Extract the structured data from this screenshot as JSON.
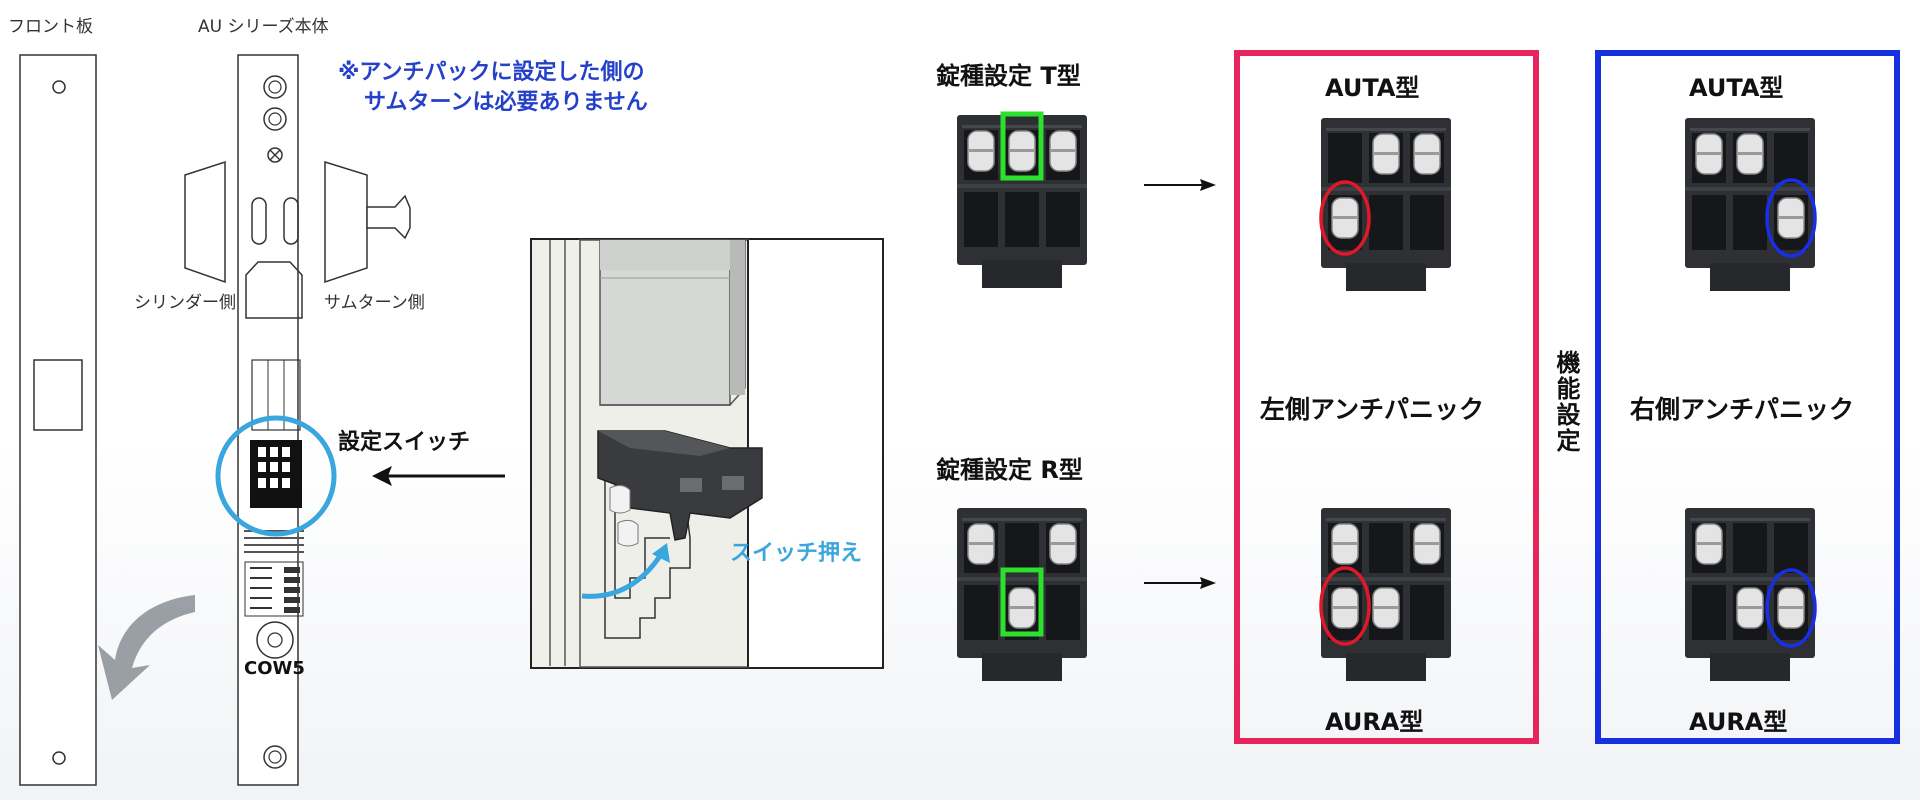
{
  "labels": {
    "front_plate": "フロント板",
    "au_body": "AU シリーズ本体",
    "note_line1": "※アンチパックに設定した側の",
    "note_line2": "サムターンは必要ありません",
    "cylinder_side": "シリンダー側",
    "thumbturn_side": "サムターン側",
    "setting_switch": "設定スイッチ",
    "switch_press": "スイッチ押え",
    "model_code": "COW5",
    "lock_type_t": "錠種設定 T型",
    "lock_type_r": "錠種設定 R型",
    "left_auta": "AUTA型",
    "left_aura": "AURA型",
    "left_anti_panic": "左側アンチパニック",
    "right_auta": "AUTA型",
    "right_aura": "AURA型",
    "right_anti_panic": "右側アンチパニック",
    "function_setting": "機能設定"
  },
  "colors": {
    "left_panel_border": "#e8245d",
    "right_panel_border": "#1630e0",
    "green_highlight": "#2ee02e",
    "red_marker": "#e0182a",
    "blue_marker": "#1a2ee6",
    "switch_circle": "#3aa6de",
    "note_text": "#2541c9"
  }
}
